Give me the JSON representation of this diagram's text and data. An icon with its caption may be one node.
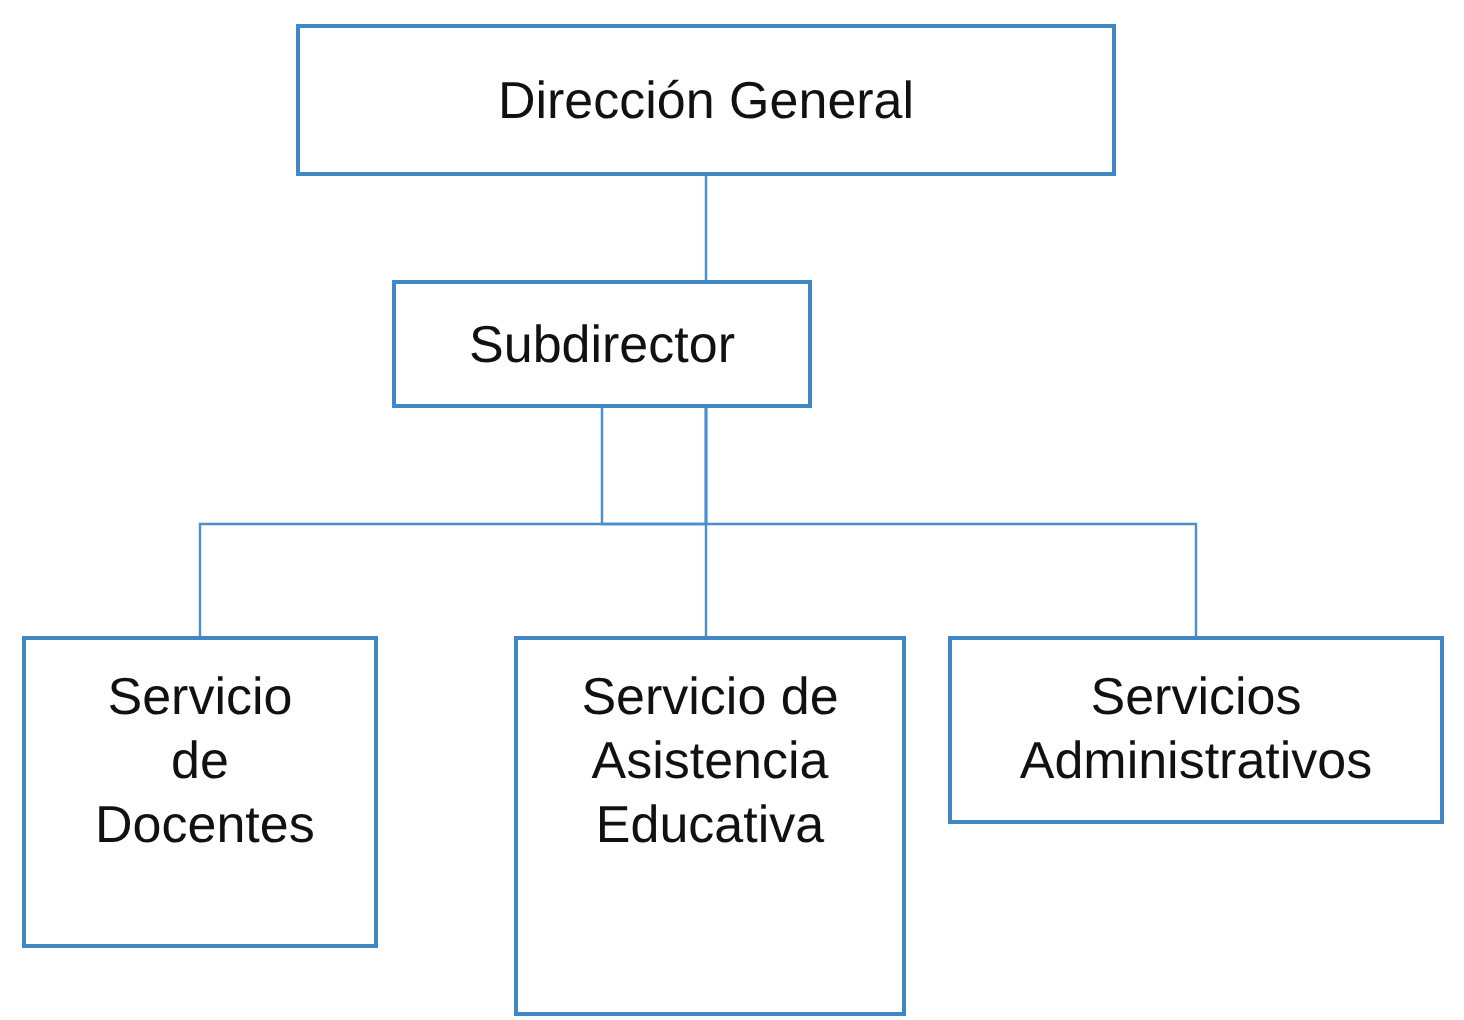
{
  "diagram": {
    "nodes": [
      {
        "text": [
          "Dirección General"
        ]
      },
      {
        "text": [
          "Subdirector"
        ]
      },
      {
        "text": [
          "Servicio de Docentes"
        ]
      },
      {
        "text": [
          "Servicio de Asistencia Educativa"
        ]
      },
      {
        "text": [
          "Servicios Administrativos"
        ]
      }
    ],
    "edges": [
      {
        "from": 0,
        "to": 1,
        "arrow": "none"
      },
      {
        "from": 1,
        "to": 2,
        "arrow": "none"
      },
      {
        "from": 1,
        "to": 3,
        "arrow": "none"
      },
      {
        "from": 1,
        "to": 4,
        "arrow": "none"
      }
    ]
  }
}
